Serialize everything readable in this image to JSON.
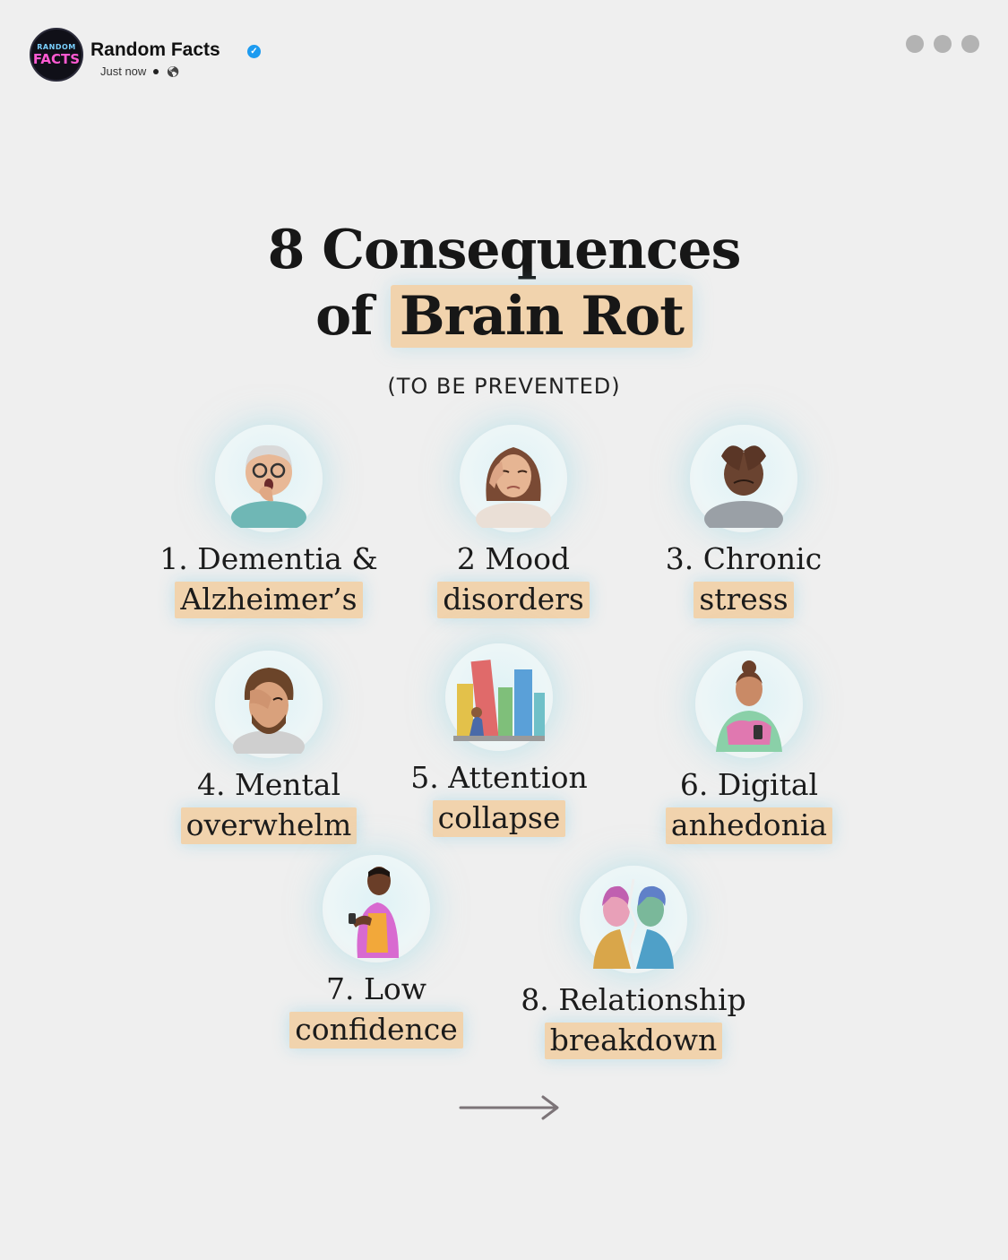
{
  "post": {
    "account_name": "Random Facts",
    "avatar_line1": "RANDOM",
    "avatar_line2": "FACTS",
    "timestamp": "Just now",
    "verified_icon": "verified-badge-icon",
    "privacy_icon": "globe-icon",
    "more_icon": "more-options-icon"
  },
  "graphic": {
    "title_line1": "8 Consequences",
    "title_of": "of",
    "title_highlight": "Brain Rot",
    "subtitle": "(TO BE PREVENTED)",
    "items": [
      {
        "line1": "1. Dementia &",
        "line2": "Alzheimer’s",
        "icon": "elderly-woman-icon"
      },
      {
        "line1": "2  Mood",
        "line2": "disorders",
        "icon": "sad-woman-icon"
      },
      {
        "line1": "3.   Chronic",
        "line2": "stress",
        "icon": "stressed-man-icon"
      },
      {
        "line1": "4. Mental",
        "line2": "overwhelm",
        "icon": "overwhelmed-man-icon"
      },
      {
        "line1": "5. Attention",
        "line2": "collapse",
        "icon": "collapsing-city-icon"
      },
      {
        "line1": "6.  Digital",
        "line2": "anhedonia",
        "icon": "woman-with-phone-icon"
      },
      {
        "line1": "7.  Low",
        "line2": "confidence",
        "icon": "man-with-phone-icon"
      },
      {
        "line1": "8. Relationship",
        "line2": "breakdown",
        "icon": "split-couple-icon"
      }
    ],
    "next_icon": "right-arrow-icon"
  },
  "colors": {
    "background": "#efefef",
    "highlight": "#f1d3ad",
    "glow": "#8cd7e6",
    "verified": "#1d9bf0"
  }
}
